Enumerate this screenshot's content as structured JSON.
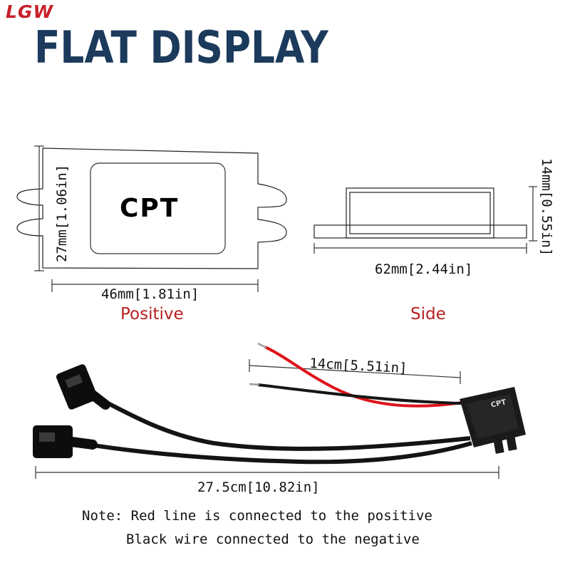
{
  "header": {
    "brand": "LGW",
    "title": "FLAT DISPLAY"
  },
  "positive_view": {
    "label": "CPT",
    "height_dim": "27mm[1.06in]",
    "width_dim": "46mm[1.81in]",
    "caption": "Positive"
  },
  "side_view": {
    "height_dim": "14mm[0.55in]",
    "width_dim": "62mm[2.44in]",
    "caption": "Side"
  },
  "cable": {
    "wire_dim": "14cm[5.51in]",
    "total_dim": "27.5cm[10.82in]",
    "module_label": "CPT"
  },
  "notes": {
    "line1": "Note: Red line is connected to the positive",
    "line2": "Black wire connected to the negative"
  },
  "colors": {
    "brand": "#c8202a",
    "title": "#1b3a5c",
    "caption": "#b82020",
    "red_wire": "#e0121a",
    "black_wire": "#161616"
  }
}
